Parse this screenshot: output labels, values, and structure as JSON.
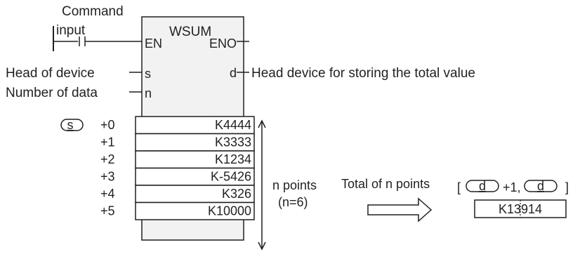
{
  "ladder": {
    "command_label_line1": "Command",
    "command_label_line2": "input"
  },
  "block": {
    "name": "WSUM",
    "en": "EN",
    "eno": "ENO",
    "s": "s",
    "d": "d",
    "n": "n",
    "fill": "#f2f2f2"
  },
  "labels": {
    "s": "Head of device",
    "n": "Number of data",
    "d": "Head device for storing the total value"
  },
  "table": {
    "operand": "s",
    "offsets": [
      "+0",
      "+1",
      "+2",
      "+3",
      "+4",
      "+5"
    ],
    "values": [
      "K4444",
      "K3333",
      "K1234",
      "K-5426",
      "K326",
      "K10000"
    ]
  },
  "bracket": {
    "line1": "n points",
    "line2": "(n=6)"
  },
  "total": {
    "caption": "Total of n points",
    "open_bracket": "[",
    "operand_high": "d",
    "plus_one": "+1,",
    "operand_low": "d",
    "close_bracket": "]",
    "value": "K13914"
  }
}
